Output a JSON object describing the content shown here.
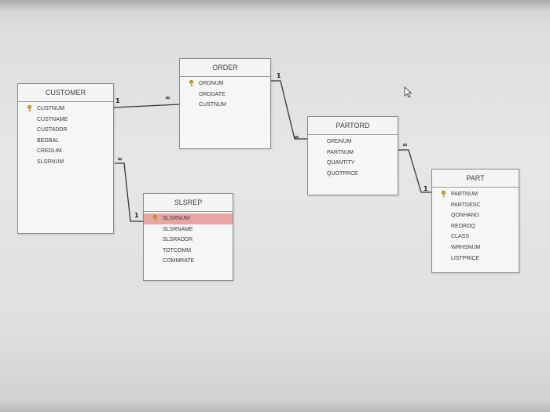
{
  "tables": {
    "customer": {
      "title": "CUSTOMER",
      "fields": [
        {
          "name": "CUSTNUM",
          "key": true
        },
        {
          "name": "CUSTNAME"
        },
        {
          "name": "CUSTADDR"
        },
        {
          "name": "BEGBAL"
        },
        {
          "name": "CREDLIM"
        },
        {
          "name": "SLSRNUM"
        }
      ]
    },
    "order": {
      "title": "ORDER",
      "fields": [
        {
          "name": "ORDNUM",
          "key": true
        },
        {
          "name": "ORDDATE"
        },
        {
          "name": "CUSTNUM"
        }
      ]
    },
    "partord": {
      "title": "PARTORD",
      "fields": [
        {
          "name": "ORDNUM"
        },
        {
          "name": "PARTNUM"
        },
        {
          "name": "QUANTITY"
        },
        {
          "name": "QUOTPRCE"
        }
      ]
    },
    "part": {
      "title": "PART",
      "fields": [
        {
          "name": "PARTNUM",
          "key": true
        },
        {
          "name": "PARTDESC"
        },
        {
          "name": "QONHAND"
        },
        {
          "name": "REORDQ"
        },
        {
          "name": "CLASS"
        },
        {
          "name": "WRHSNUM"
        },
        {
          "name": "LISTPRICE"
        }
      ]
    },
    "slsrep": {
      "title": "SLSREP",
      "fields": [
        {
          "name": "SLSRNUM",
          "key": true,
          "selected": true
        },
        {
          "name": "SLSRNAME"
        },
        {
          "name": "SLSRADDR"
        },
        {
          "name": "TOTCOMM"
        },
        {
          "name": "COMMRATE"
        }
      ]
    }
  },
  "cardinality": {
    "one": "1",
    "many": "∞"
  },
  "colors": {
    "selected_row": "#e8a5a2",
    "key_icon": "#c9a227"
  },
  "icons": {
    "key": "key-icon",
    "cursor": "mouse-pointer-icon"
  }
}
